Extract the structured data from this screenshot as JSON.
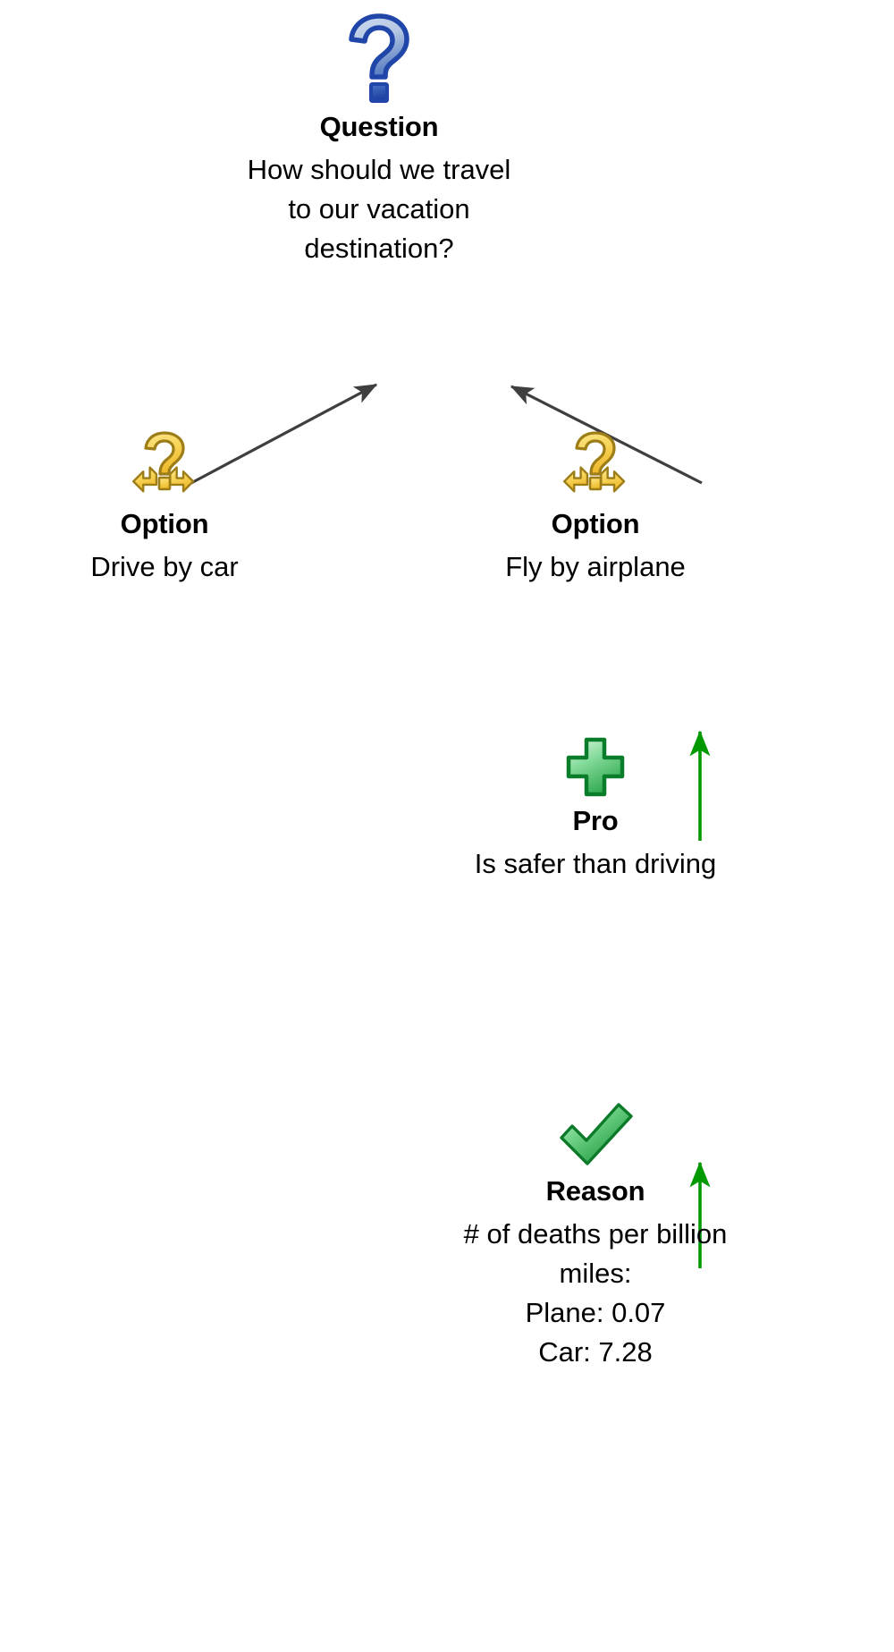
{
  "diagram": {
    "title": "Argument map: travel decision",
    "background_color": "#ffffff",
    "edge_colors": {
      "support_question": "#3f3f3f",
      "support_pro": "#009900"
    },
    "nodes": [
      {
        "id": "question",
        "icon": "blue-question-mark-icon",
        "type_label": "Question",
        "text": "How should we travel to our vacation destination?"
      },
      {
        "id": "option-car",
        "icon": "yellow-option-fork-icon",
        "type_label": "Option",
        "text": "Drive by car"
      },
      {
        "id": "option-plane",
        "icon": "yellow-option-fork-icon",
        "type_label": "Option",
        "text": "Fly by airplane"
      },
      {
        "id": "pro",
        "icon": "green-plus-icon",
        "type_label": "Pro",
        "text": "Is safer than driving"
      },
      {
        "id": "reason",
        "icon": "green-checkmark-icon",
        "type_label": "Reason",
        "text": "# of deaths per billion miles:\nPlane: 0.07\nCar: 7.28"
      }
    ],
    "edges": [
      {
        "id": "edge-car-to-question",
        "from": "option-car",
        "to": "question",
        "color": "#3f3f3f"
      },
      {
        "id": "edge-plane-to-question",
        "from": "option-plane",
        "to": "question",
        "color": "#3f3f3f"
      },
      {
        "id": "edge-pro-to-plane",
        "from": "pro",
        "to": "option-plane",
        "color": "#009900"
      },
      {
        "id": "edge-reason-to-pro",
        "from": "reason",
        "to": "pro",
        "color": "#009900"
      }
    ]
  }
}
